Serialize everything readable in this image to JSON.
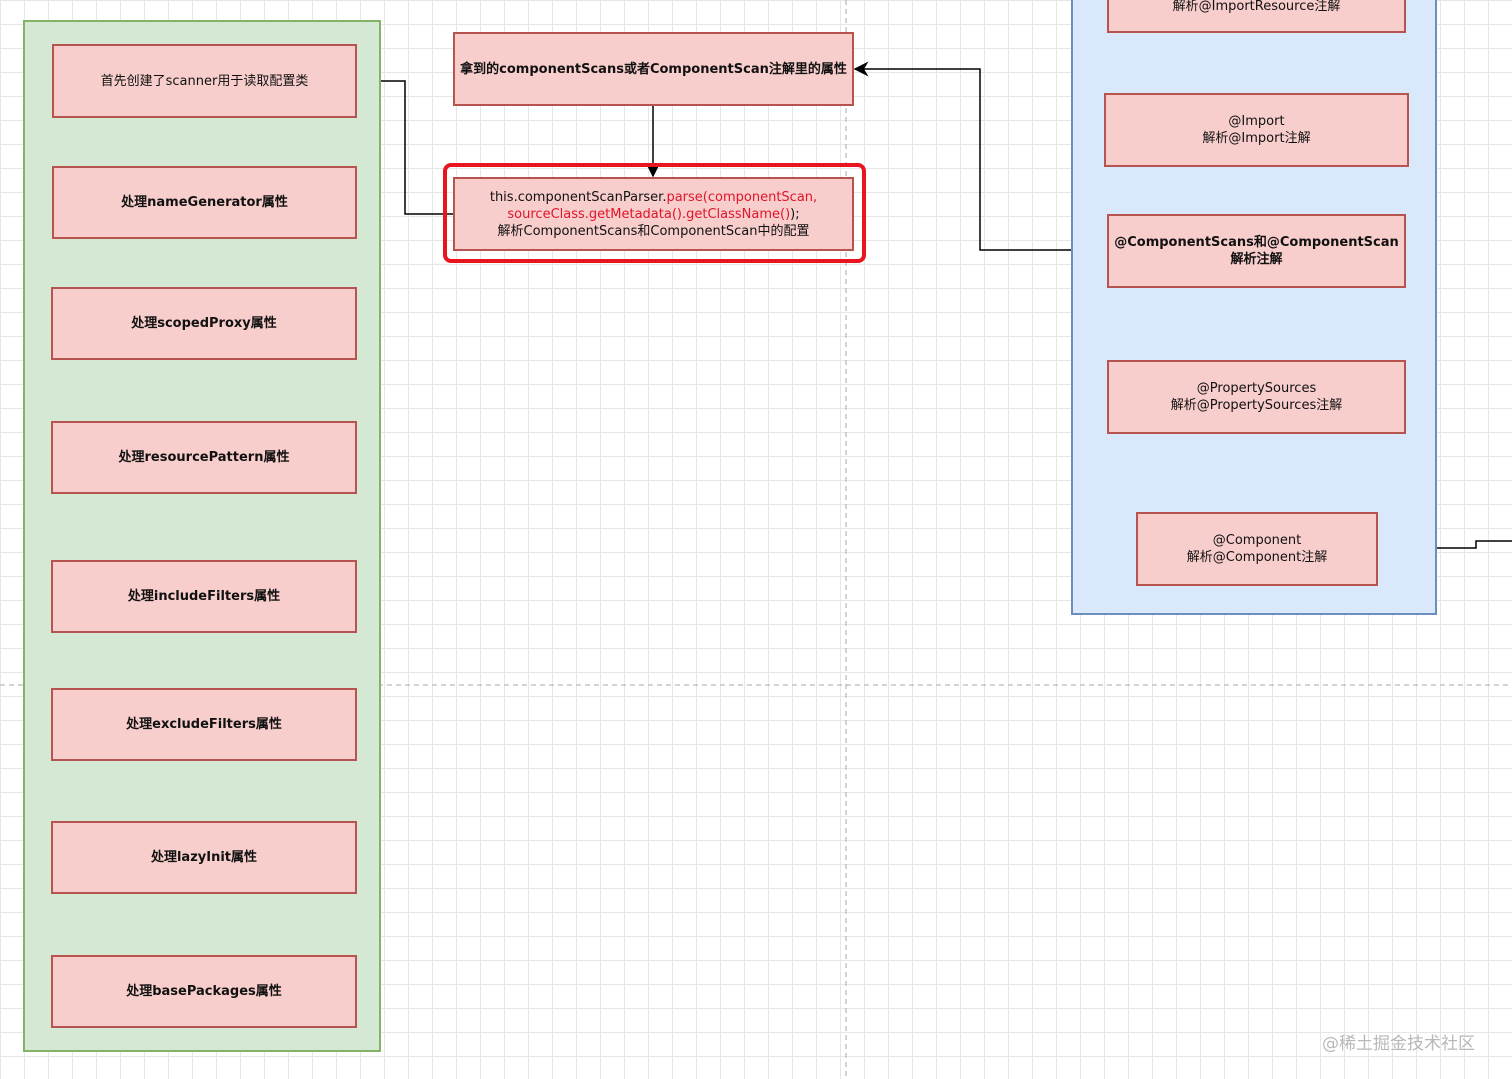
{
  "left_group": {
    "steps": [
      "首先创建了scanner用于读取配置类",
      "处理nameGenerator属性",
      "处理scopedProxy属性",
      "处理resourcePattern属性",
      "处理includeFilters属性",
      "处理excludeFilters属性",
      "处理lazyInit属性",
      "处理basePackages属性"
    ]
  },
  "middle": {
    "top_box": "拿到的componentScans或者ComponentScan注解里的属性",
    "parse_box": {
      "code_prefix": "this.componentScanParser.",
      "code_red_1": "parse(componentScan,",
      "code_red_2": "sourceClass.getMetadata().getClassName()",
      "code_suffix": ");",
      "description": "解析ComponentScans和ComponentScan中的配置"
    }
  },
  "right_group": {
    "import_resource": "解析@ImportResource注解",
    "import": {
      "title": "@Import",
      "desc": "解析@Import注解"
    },
    "component_scans": {
      "title": "@ComponentScans和@ComponentScan",
      "desc": "解析注解"
    },
    "property_sources": {
      "title": "@PropertySources",
      "desc": "解析@PropertySources注解"
    },
    "component": {
      "title": "@Component",
      "desc": "解析@Component注解"
    }
  },
  "watermark": "@稀土掘金技术社区",
  "colors": {
    "green_fill": "#d5e8d4",
    "blue_fill": "#dae8fc",
    "box_fill": "#f8cecc",
    "highlight": "#e8141e"
  }
}
